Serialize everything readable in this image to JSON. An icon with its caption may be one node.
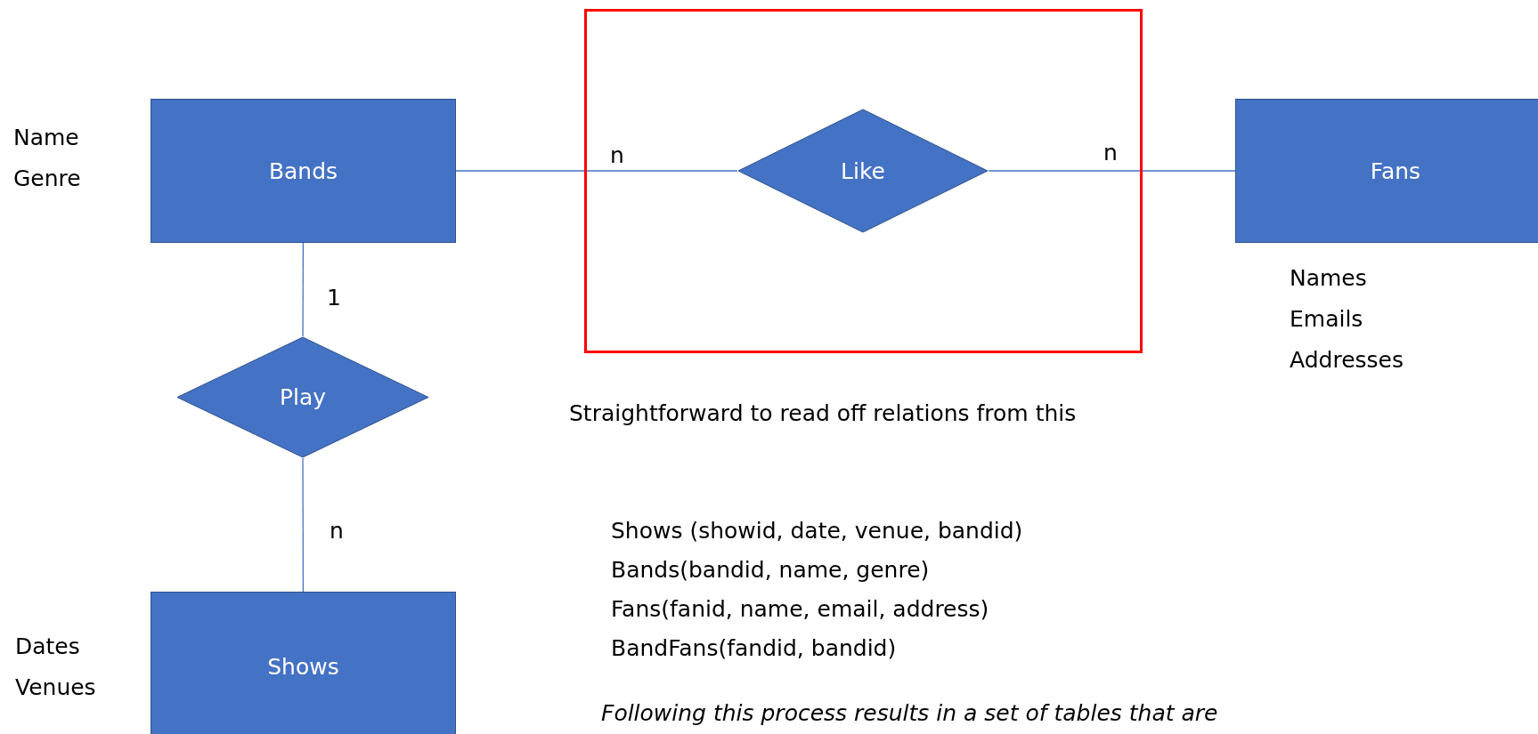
{
  "diagram": {
    "nodes": [
      {
        "text": [
          "Bands"
        ],
        "beside": [
          "Name Genre"
        ]
      },
      {
        "text": [],
        "shape": "box"
      },
      {
        "text": [
          "Like"
        ],
        "in": 1
      },
      {
        "text": [
          "Fans"
        ],
        "beside": [
          "Names Emails Addresses"
        ]
      },
      {
        "text": [
          "Play"
        ]
      },
      {
        "text": [
          "Shows"
        ],
        "beside": [
          "Dates Venues"
        ]
      }
    ],
    "edges": [
      {
        "from": 0,
        "to": 2,
        "arrow": "none",
        "label": "n"
      },
      {
        "from": 2,
        "to": 3,
        "arrow": "none",
        "label": "n"
      },
      {
        "from": 0,
        "to": 4,
        "arrow": "none",
        "label": "1"
      },
      {
        "from": 4,
        "to": 5,
        "arrow": "none",
        "label": "n"
      }
    ],
    "labels": [
      "Straightforward to read off relations from this",
      "Shows (showid, date, venue, bandid)",
      "Bands(bandid, name, genre)",
      "Fans(fanid, name, email, address)",
      "BandFans(fandid, bandid)",
      "Following this process results in a set of tables that are"
    ]
  }
}
